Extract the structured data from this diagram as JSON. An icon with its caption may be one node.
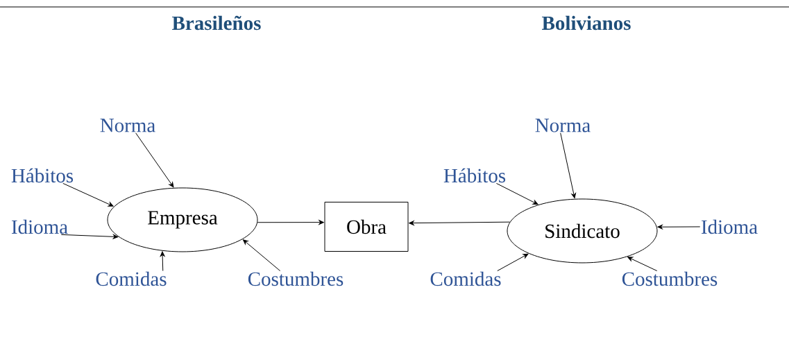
{
  "diagram": {
    "nodes": [
      {
        "text": [
          "Empresa"
        ]
      },
      {
        "text": [
          "Obra"
        ]
      },
      {
        "text": [
          "Sindicato"
        ]
      },
      {
        "text": [
          "Norma"
        ]
      },
      {
        "text": [
          "Hábitos"
        ]
      },
      {
        "text": [
          "Idioma"
        ]
      },
      {
        "text": [
          "Comidas"
        ]
      },
      {
        "text": [
          "Costumbres"
        ]
      },
      {
        "text": [
          "Norma"
        ]
      },
      {
        "text": [
          "Hábitos"
        ]
      },
      {
        "text": [
          "Idioma"
        ]
      },
      {
        "text": [
          "Comidas"
        ]
      },
      {
        "text": [
          "Costumbres"
        ]
      }
    ],
    "edges": [
      {
        "from": 3,
        "to": 0,
        "arrow": "to"
      },
      {
        "from": 4,
        "to": 0,
        "arrow": "to"
      },
      {
        "from": 5,
        "to": 0,
        "arrow": "to"
      },
      {
        "from": 6,
        "to": 0,
        "arrow": "to"
      },
      {
        "from": 7,
        "to": 0,
        "arrow": "to"
      },
      {
        "from": 0,
        "to": 1,
        "arrow": "to"
      },
      {
        "from": 2,
        "to": 1,
        "arrow": "to"
      },
      {
        "from": 8,
        "to": 2,
        "arrow": "to"
      },
      {
        "from": 9,
        "to": 2,
        "arrow": "to"
      },
      {
        "from": 10,
        "to": 2,
        "arrow": "to"
      },
      {
        "from": 11,
        "to": 2,
        "arrow": "to"
      },
      {
        "from": 12,
        "to": 2,
        "arrow": "to"
      }
    ],
    "labels": [
      "Brasileños",
      "Bolivianos"
    ]
  }
}
